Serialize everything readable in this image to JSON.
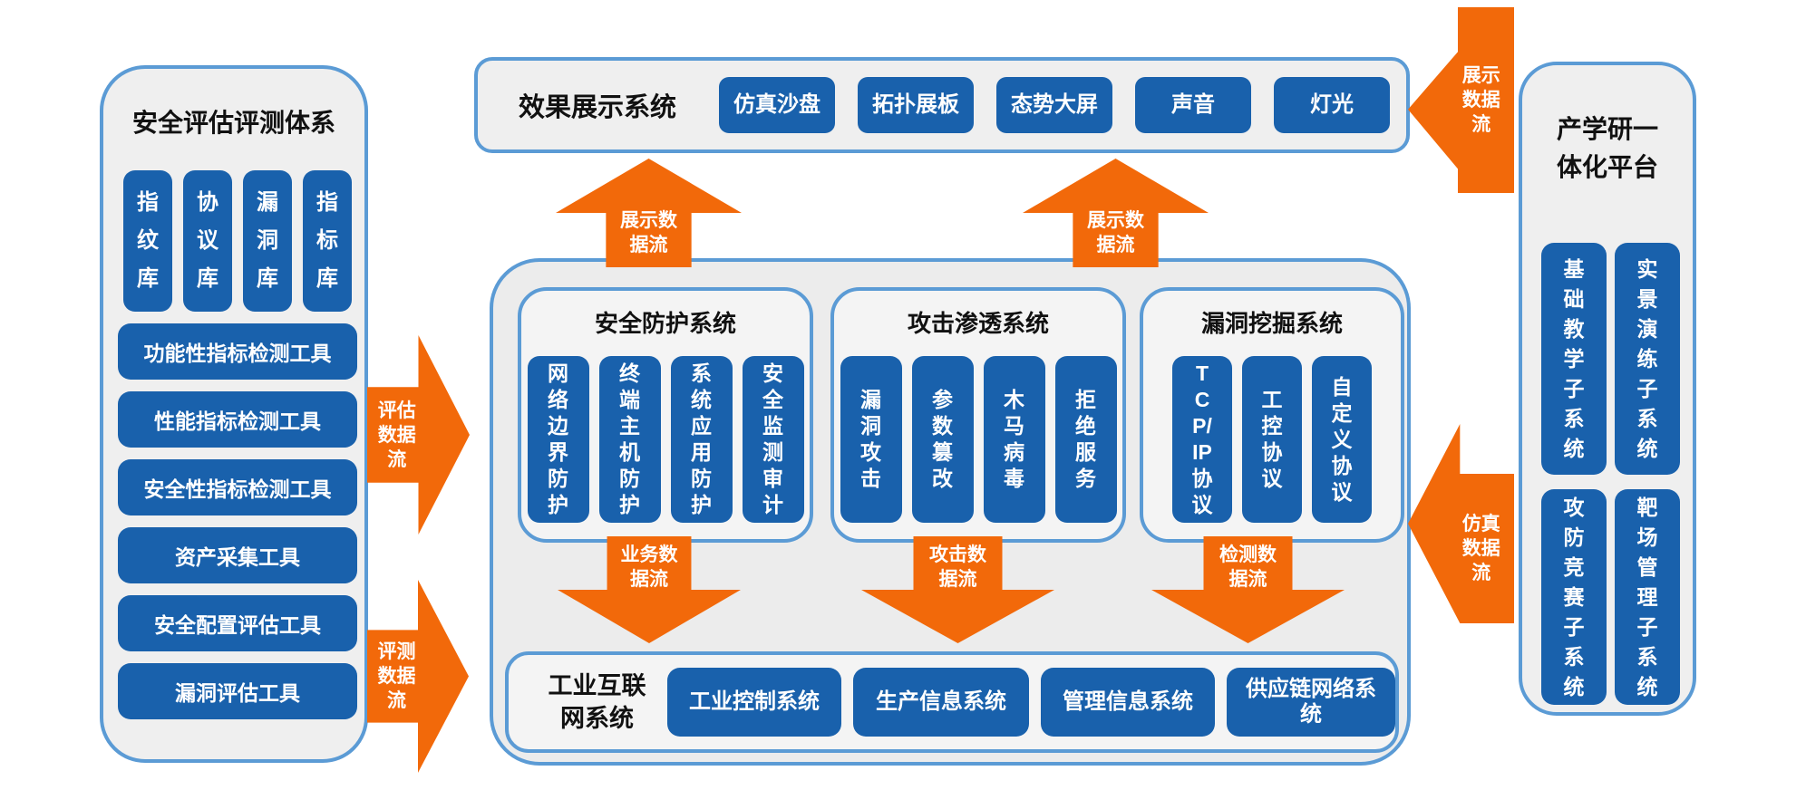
{
  "colors": {
    "box_blue": "#1961ac",
    "border_blue": "#5b9bd5",
    "arrow_orange": "#f2690a",
    "panel_bg": "#efefef",
    "title_black": "#111111",
    "chip_text": "#ffffff"
  },
  "left_panel": {
    "title": "安全评估评测体系",
    "chips": [
      "指\n纹\n库",
      "协\n议\n库",
      "漏\n洞\n库",
      "指\n标\n库"
    ],
    "bars": [
      "功能性指标检测工具",
      "性能指标检测工具",
      "安全性指标检测工具",
      "资产采集工具",
      "安全配置评估工具",
      "漏洞评估工具"
    ]
  },
  "display_system": {
    "title": "效果展示系统",
    "items": [
      "仿真沙盘",
      "拓扑展板",
      "态势大屏",
      "声音",
      "灯光"
    ]
  },
  "protection_system": {
    "title": "安全防护系统",
    "chips": [
      "网\n络\n边\n界\n防\n护",
      "终\n端\n主\n机\n防\n护",
      "系\n统\n应\n用\n防\n护",
      "安\n全\n监\n测\n审\n计"
    ]
  },
  "attack_system": {
    "title": "攻击渗透系统",
    "chips": [
      "漏\n洞\n攻\n击",
      "参\n数\n篡\n改",
      "木\n马\n病\n毒",
      "拒\n绝\n服\n务"
    ]
  },
  "mining_system": {
    "title": "漏洞挖掘系统",
    "chips": [
      "T\nC\nP/\nIP\n协\n议",
      "工\n控\n协\n议",
      "自\n定\n义\n协\n议"
    ]
  },
  "industrial_system": {
    "title": "工业互联\n网系统",
    "items": [
      "工业控制系统",
      "生产信息系统",
      "管理信息系统",
      "供应链网络系\n统"
    ]
  },
  "platform": {
    "title": "产学研一\n体化平台",
    "chips": [
      "基\n础\n教\n学\n子\n系\n统",
      "实\n景\n演\n练\n子\n系\n统",
      "攻\n防\n竞\n赛\n子\n系\n统",
      "靶\n场\n管\n理\n子\n系\n统"
    ]
  },
  "arrows": {
    "assess": "评估\n数据\n流",
    "evaluate": "评测\n数据\n流",
    "display_up_left": "展示数\n据流",
    "display_up_right": "展示数\n据流",
    "display_in": "展示\n数据\n流",
    "simulation_in": "仿真\n数据\n流",
    "business_down": "业务数\n据流",
    "attack_down": "攻击数\n据流",
    "detect_down": "检测数\n据流"
  }
}
